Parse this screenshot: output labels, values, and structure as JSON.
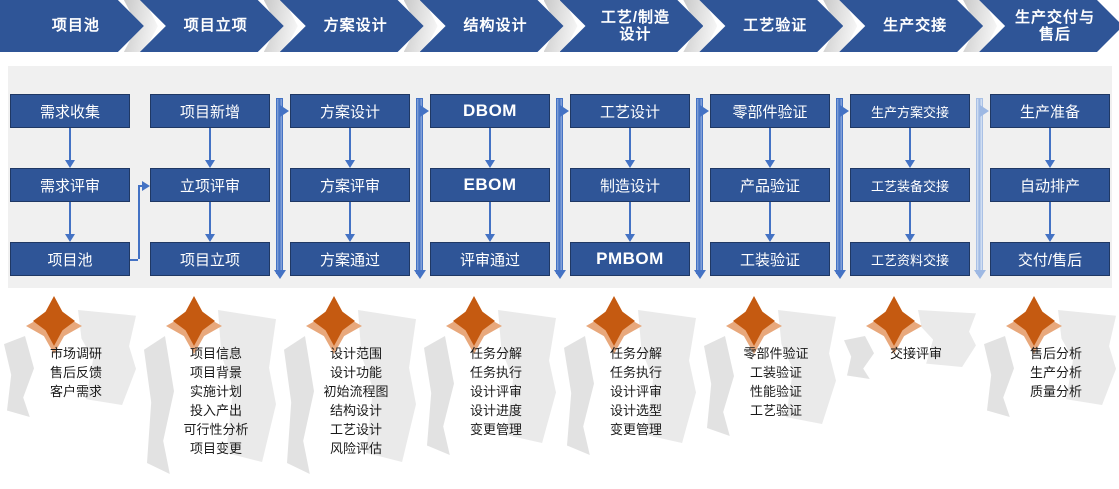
{
  "stages": [
    {
      "label": "项目池"
    },
    {
      "label": "项目立项"
    },
    {
      "label": "方案设计"
    },
    {
      "label": "结构设计"
    },
    {
      "label": "工艺/制造\n设计"
    },
    {
      "label": "工艺验证"
    },
    {
      "label": "生产交接"
    },
    {
      "label": "生产交付与\n售后"
    }
  ],
  "columns": [
    {
      "boxes": [
        "需求收集",
        "需求评审",
        "项目池"
      ],
      "details": [
        "市场调研",
        "售后反馈",
        "客户需求"
      ]
    },
    {
      "boxes": [
        "项目新增",
        "立项评审",
        "项目立项"
      ],
      "details": [
        "项目信息",
        "项目背景",
        "实施计划",
        "投入产出",
        "可行性分析",
        "项目变更"
      ]
    },
    {
      "boxes": [
        "方案设计",
        "方案评审",
        "方案通过"
      ],
      "details": [
        "设计范围",
        "设计功能",
        "初始流程图",
        "结构设计",
        "工艺设计",
        "风险评估"
      ]
    },
    {
      "boxes": [
        "DBOM",
        "EBOM",
        "评审通过"
      ],
      "details": [
        "任务分解",
        "任务执行",
        "设计评审",
        "设计进度",
        "变更管理"
      ]
    },
    {
      "boxes": [
        "工艺设计",
        "制造设计",
        "PMBOM"
      ],
      "details": [
        "任务分解",
        "任务执行",
        "设计评审",
        "设计选型",
        "变更管理"
      ]
    },
    {
      "boxes": [
        "零部件验证",
        "产品验证",
        "工装验证"
      ],
      "details": [
        "零部件验证",
        "工装验证",
        "性能验证",
        "工艺验证"
      ]
    },
    {
      "boxes": [
        "生产方案交接",
        "工艺装备交接",
        "工艺资料交接"
      ],
      "details": [
        "交接评审"
      ]
    },
    {
      "boxes": [
        "生产准备",
        "自动排产",
        "交付/售后"
      ],
      "details": [
        "售后分析",
        "生产分析",
        "质量分析"
      ]
    }
  ],
  "colors": {
    "stage_blue": "#2F5597",
    "box_blue": "#2F5597",
    "box_border": "#1F3864",
    "connector_blue": "#4472C4",
    "connector_pale": "#9DB8E3",
    "band_grey": "#F0F0F0",
    "icon_orange": "#C55A11",
    "icon_orange_light": "#E8A87C",
    "text_white": "#FFFFFF"
  }
}
